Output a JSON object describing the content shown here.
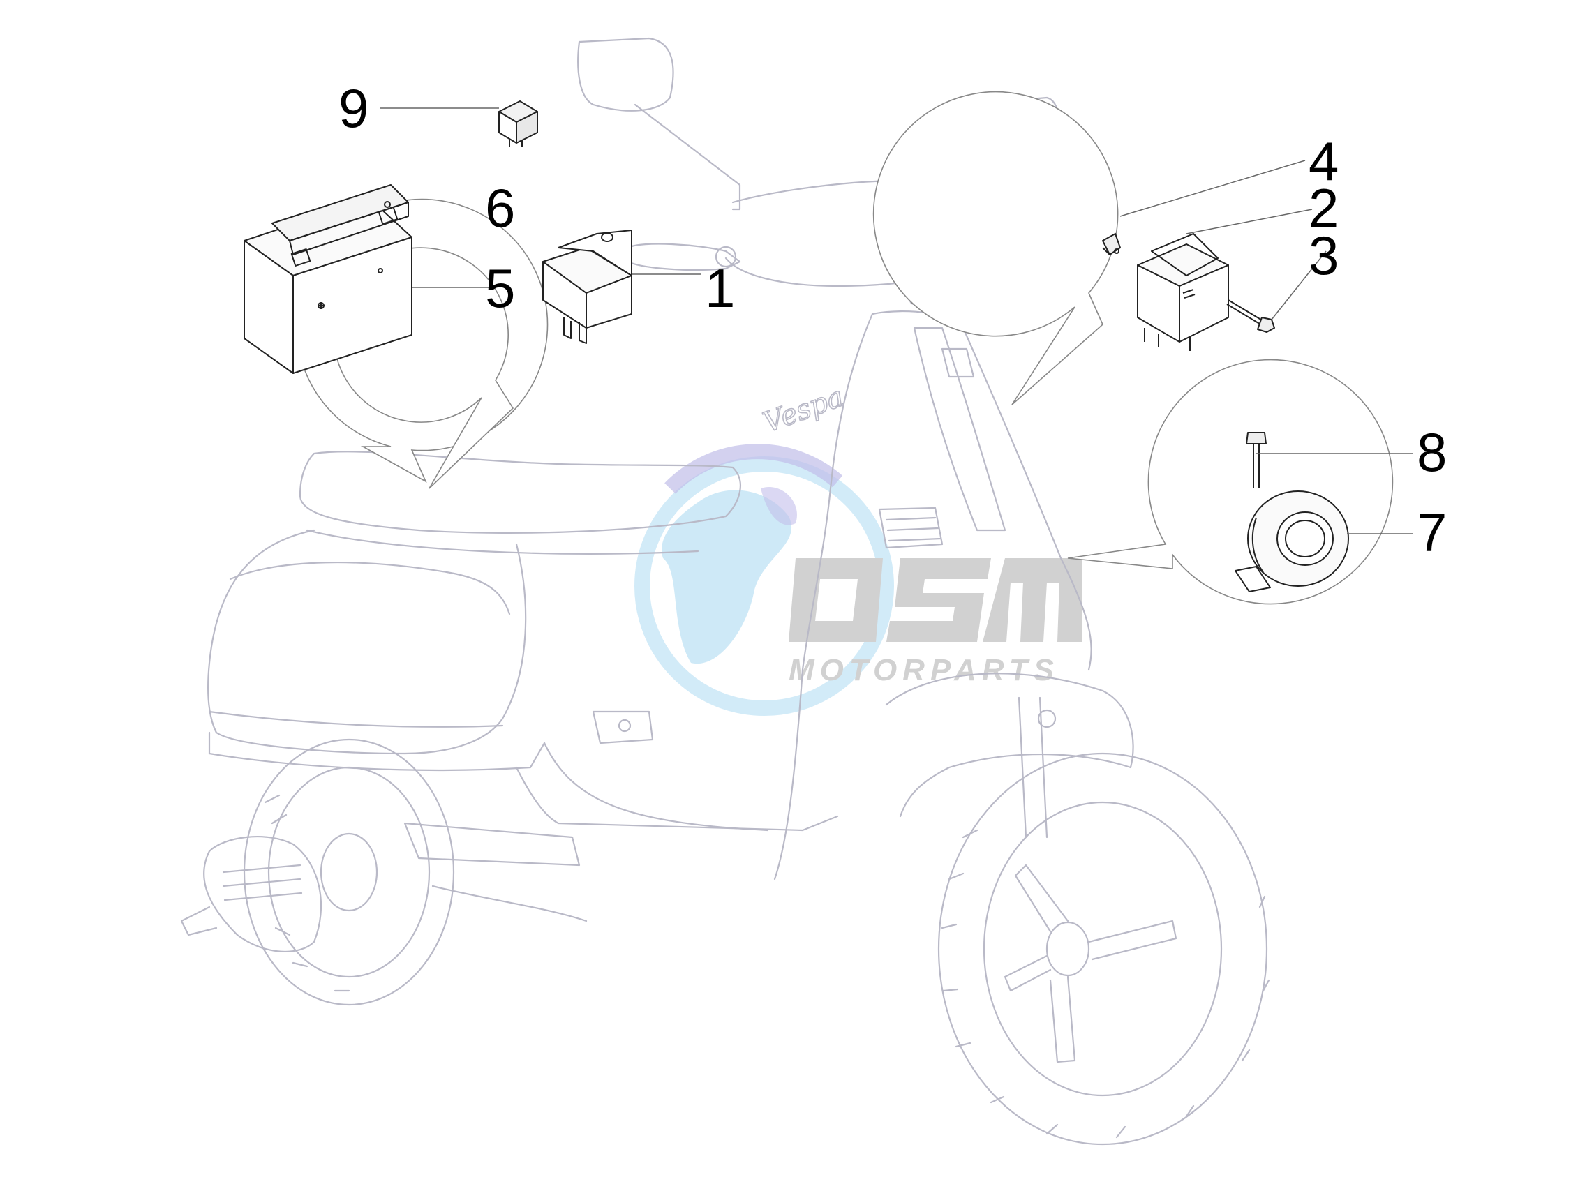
{
  "diagram": {
    "callouts": [
      {
        "id": "1",
        "label": "1"
      },
      {
        "id": "2",
        "label": "2"
      },
      {
        "id": "3",
        "label": "3"
      },
      {
        "id": "4",
        "label": "4"
      },
      {
        "id": "5",
        "label": "5"
      },
      {
        "id": "6",
        "label": "6"
      },
      {
        "id": "7",
        "label": "7"
      },
      {
        "id": "8",
        "label": "8"
      },
      {
        "id": "9",
        "label": "9"
      }
    ],
    "scooter_badge": "Vespa"
  },
  "watermark": {
    "logo_text": "OSM",
    "sub_text": "MOTORPARTS",
    "colors": {
      "logo_gray": "#c9c9c9",
      "globe_blue": "#9fd3ee",
      "globe_purple": "#b7b3e6"
    }
  },
  "colors": {
    "outline": "#b9b9c7",
    "part_line": "#222222",
    "callout_line": "#666666"
  }
}
